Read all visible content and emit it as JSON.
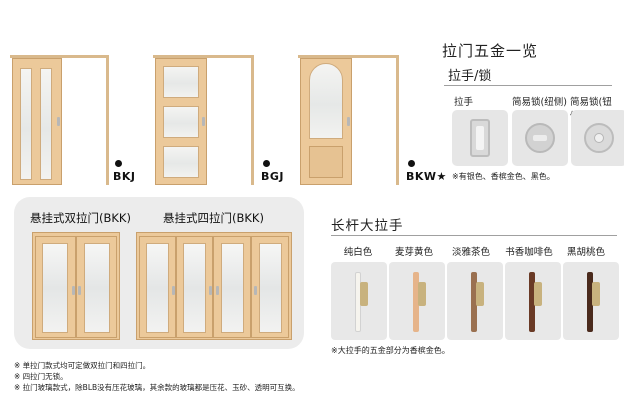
{
  "door_codes": [
    {
      "bullet": "●",
      "code": "BKJ"
    },
    {
      "bullet": "●",
      "code": "BGJ"
    },
    {
      "bullet": "●",
      "code": "BKW★"
    }
  ],
  "hardware": {
    "title": "拉门五金一览",
    "subtitle": "拉手/锁",
    "items": [
      {
        "label": "拉手",
        "icon": "recessed-pull-handle-icon"
      },
      {
        "label": "简易锁(纽侧)",
        "icon": "lock-knob-icon"
      },
      {
        "label": "简易锁(钮侧)",
        "icon": "lock-slot-icon"
      }
    ],
    "note": "※有银色、香槟金色、黑色。"
  },
  "panel": {
    "double_title": "悬挂式双拉门(BKK)",
    "quad_title": "悬挂式四拉门(BKK)"
  },
  "long_handle": {
    "title": "长杆大拉手",
    "colors": [
      {
        "label": "纯白色",
        "color": "#f4f2ec"
      },
      {
        "label": "麦芽黄色",
        "color": "#e6b48a"
      },
      {
        "label": "淡雅茶色",
        "color": "#9a7050"
      },
      {
        "label": "书香咖啡色",
        "color": "#6a3a26"
      },
      {
        "label": "黑胡桃色",
        "color": "#4a2a1c"
      }
    ],
    "note": "※大拉手的五金部分为香槟金色。"
  },
  "footnotes": [
    "※ 单拉门款式均可定做双拉门和四拉门。",
    "※ 四拉门无锁。",
    "※ 拉门玻璃款式，除BLB没有压花玻璃，其余款的玻璃都是压花、玉砂、透明可互换。"
  ],
  "colors": {
    "wood": "#ecc99a",
    "wood_edge": "#c9a06c",
    "panel_bg": "#ececec"
  }
}
